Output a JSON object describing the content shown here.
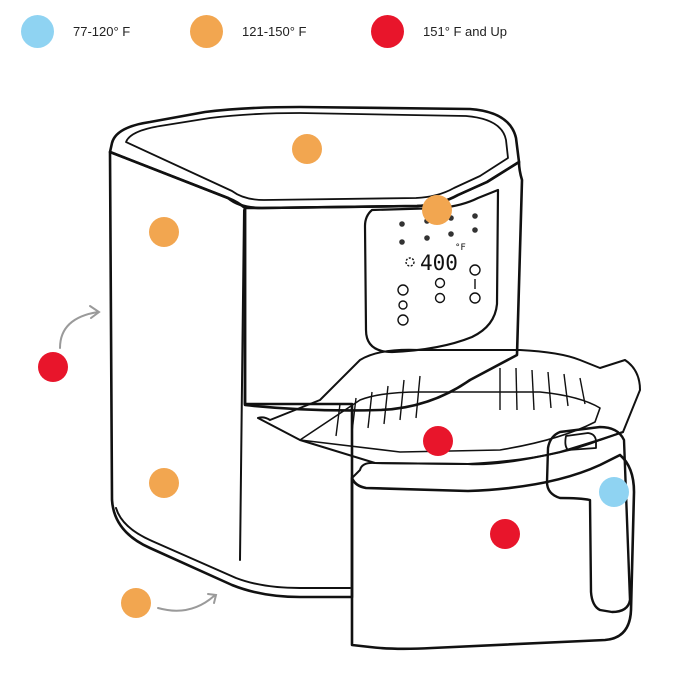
{
  "legend": [
    {
      "label": "77-120° F",
      "color": "#8fd3f2"
    },
    {
      "label": "121-150° F",
      "color": "#f2a650"
    },
    {
      "label": "151° F and Up",
      "color": "#e8152b"
    }
  ],
  "display": {
    "temperature": "400",
    "unit": "°F"
  },
  "markers": [
    {
      "name": "lid-top-marker",
      "zone": 1
    },
    {
      "name": "side-upper-marker",
      "zone": 1
    },
    {
      "name": "control-panel-marker",
      "zone": 1
    },
    {
      "name": "back-vent-marker",
      "zone": 2
    },
    {
      "name": "basket-interior-marker",
      "zone": 2
    },
    {
      "name": "basket-front-marker",
      "zone": 2
    },
    {
      "name": "side-lower-marker",
      "zone": 1
    },
    {
      "name": "handle-marker",
      "zone": 0
    },
    {
      "name": "base-marker",
      "zone": 1
    }
  ],
  "icons": {
    "fan": "fan-icon",
    "up": "arrow-up-icon",
    "down": "arrow-down-icon"
  }
}
